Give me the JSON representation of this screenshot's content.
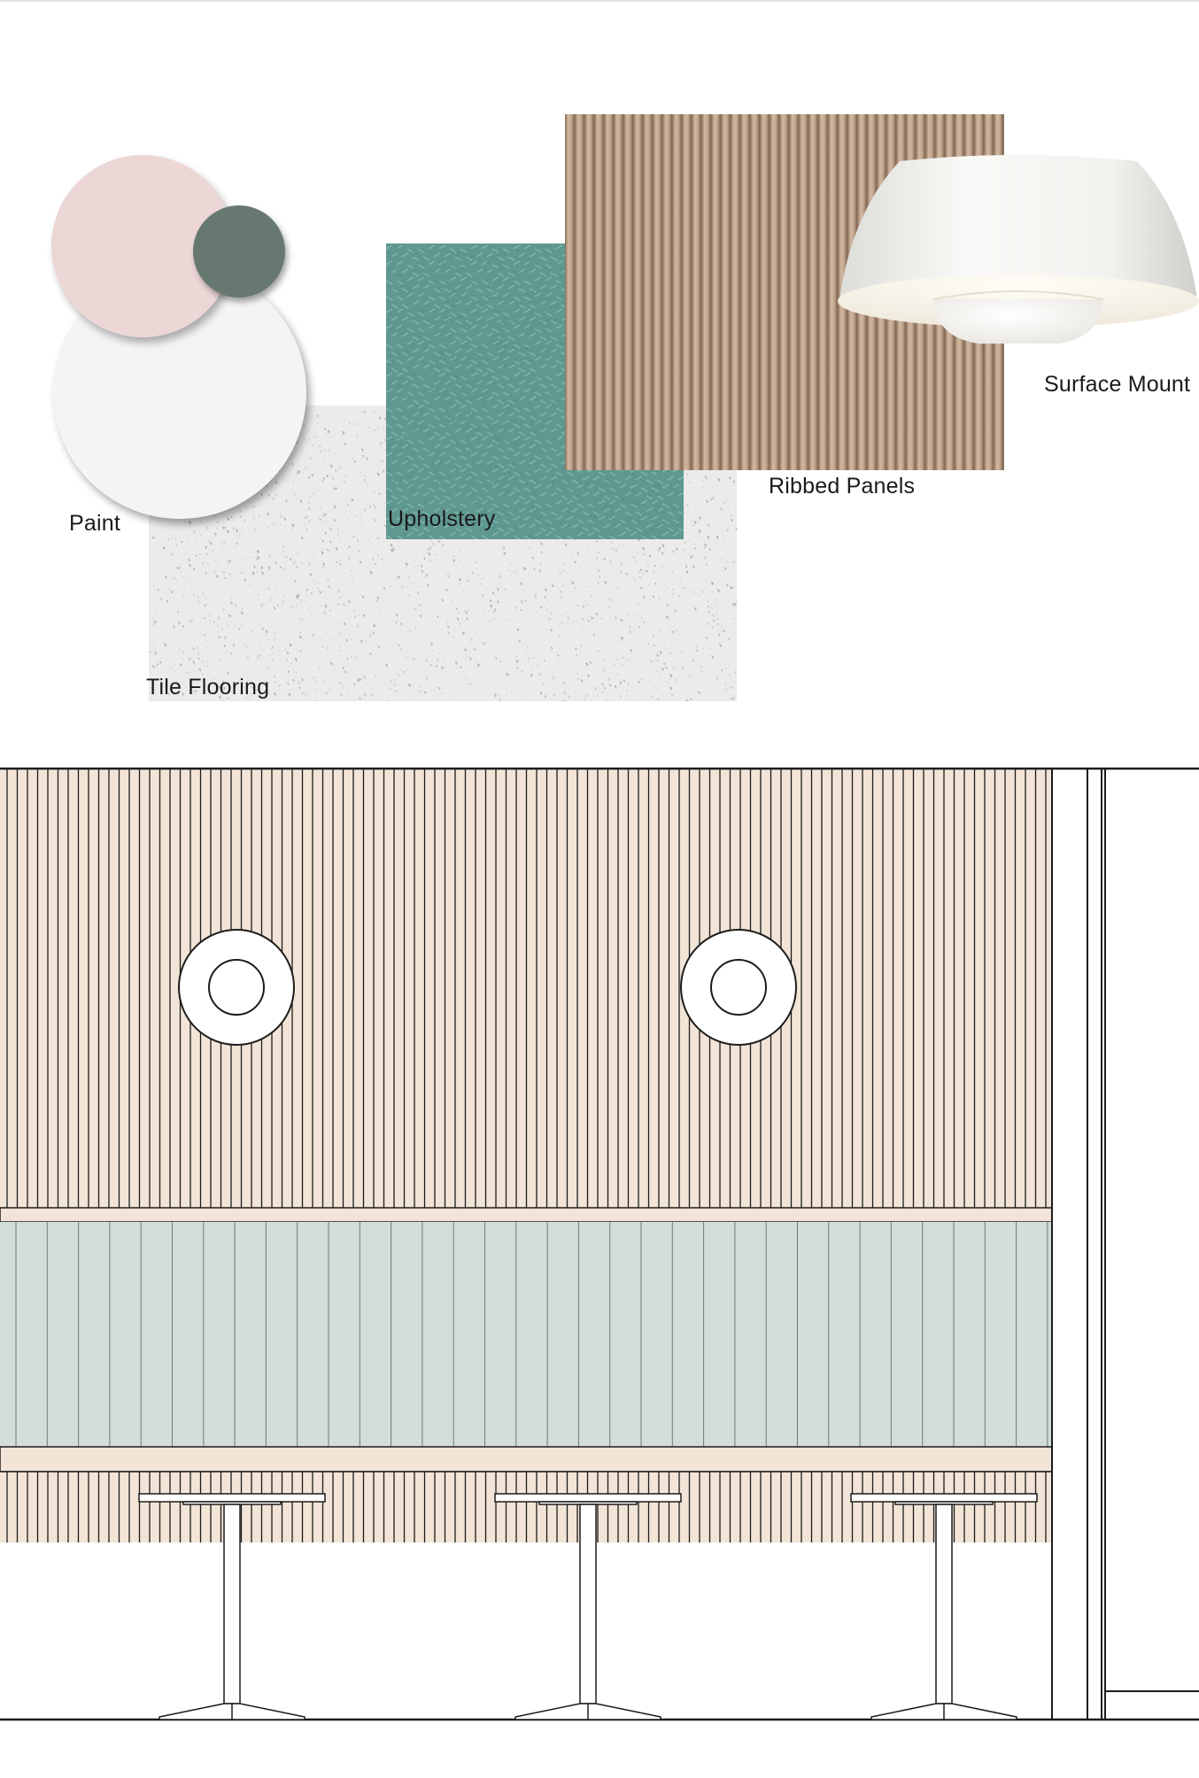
{
  "board": {
    "labels": {
      "paint": "Paint",
      "upholstery": "Upholstery",
      "ribbed_panels": "Ribbed Panels",
      "surface_mount": "Surface Mount",
      "tile_flooring": "Tile Flooring"
    },
    "colors": {
      "paint_pink": "#ecd6d6",
      "paint_green": "#66786f",
      "paint_white": "#f4f4f4",
      "upholstery": "#5f9890",
      "ribbed_wood": "#b59a82",
      "terrazzo": "#ecebea",
      "lamp": "#f7f7f5"
    }
  },
  "elevation": {
    "colors": {
      "wall_panel": "#f2e4d6",
      "wainscot": "#d3dedb",
      "line": "#1c1c1c"
    },
    "sconces": 2,
    "tables": 3
  }
}
